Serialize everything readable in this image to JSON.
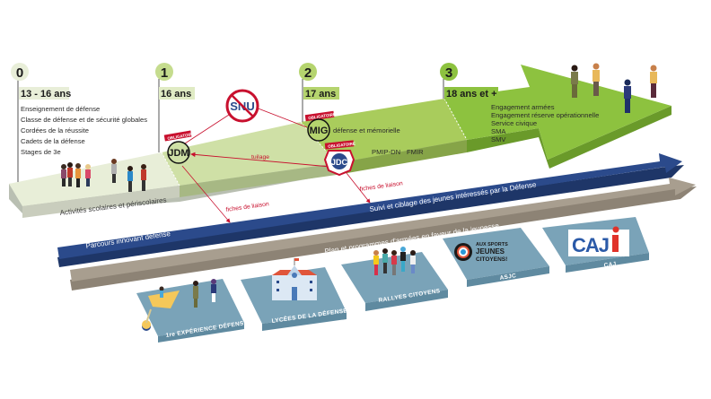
{
  "colors": {
    "step0_bg": "#e8eed8",
    "step1_bg": "#cfe0a6",
    "step2_bg": "#a9cc5c",
    "step3_arrow": "#8dc23f",
    "number_circle": "#c5dc8e",
    "age_label_bg": "#c5dc8e",
    "blue_band": "#2b4a8b",
    "taupe_band": "#a89e8f",
    "card": "#7aa3b8",
    "card_side": "#5f8aa0",
    "red": "#c8102e"
  },
  "steps": [
    {
      "number": "0",
      "age": "13 - 16 ans",
      "items": [
        "Enseignement de défense",
        "Classe de défense et de sécurité globales",
        "Cordées de la réussite",
        "Cadets de la défense",
        "Stages de 3e"
      ]
    },
    {
      "number": "1",
      "age": "16 ans"
    },
    {
      "number": "2",
      "age": "17 ans"
    },
    {
      "number": "3",
      "age": "18 ans et +",
      "items": [
        "Engagement armées",
        "Engagement réserve opérationnelle",
        "Service civique",
        "SMA",
        "SMV"
      ]
    }
  ],
  "badges": {
    "snu": "SNU",
    "jdm": "JDM",
    "mig": "MIG",
    "mig_desc": "défense et mémorielle",
    "jdc": "JDC",
    "obligatoire": "OBLIGATOIRE",
    "pmip": "PMIP-DN",
    "fmir": "FMIR"
  },
  "links": {
    "tuilage": "tuilage",
    "fiches1": "fiches de liaison",
    "fiches2": "fiches de liaison"
  },
  "bands": {
    "platform": "Activités scolaires et périscolaires",
    "blue_left": "Parcours innovant défense",
    "blue_right": "Suivi et ciblage des jeunes intéressés par la Défense",
    "taupe": "Plan et programmes d'armées en faveur de la jeunesse"
  },
  "cards": [
    {
      "label": "1re EXPÉRIENCE DÉFENSE",
      "icon": "people-experience-icon"
    },
    {
      "label": "LYCÉES DE LA DÉFENSE",
      "icon": "school-building-icon"
    },
    {
      "label": "RALLYES CITOYENS",
      "icon": "group-people-icon"
    },
    {
      "label": "ASJC",
      "icon": "asjc-logo",
      "logo_text": [
        "AUX SPORTS",
        "JEUNES",
        "CITOYENS!"
      ]
    },
    {
      "label": "CAJ",
      "icon": "caj-logo",
      "logo_text": "CAJ"
    }
  ]
}
